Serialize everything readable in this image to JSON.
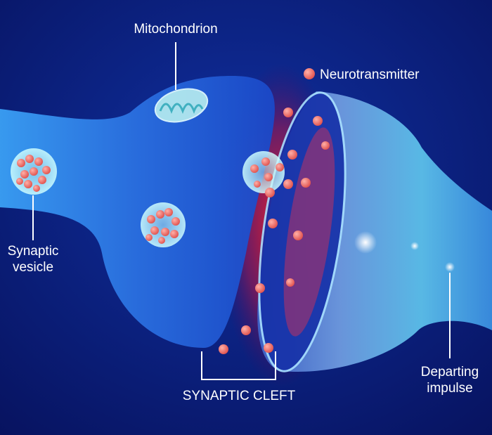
{
  "labels": {
    "mitochondrion": "Mitochondrion",
    "neurotransmitter": "Neurotransmitter",
    "synaptic_vesicle": "Synaptic\nvesicle",
    "synaptic_cleft": "SYNAPTIC CLEFT",
    "departing_impulse": "Departing\nimpulse"
  },
  "colors": {
    "background": "#0a1a72",
    "neuron": "#2f7fe6",
    "neurotransmitter": "#f06a6a",
    "cleft_glow": "#ff2a2a"
  }
}
